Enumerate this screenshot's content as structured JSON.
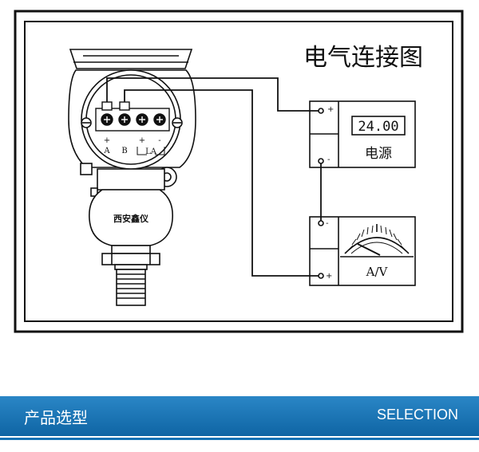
{
  "diagram": {
    "title": "电气连接图",
    "terminals": {
      "pos_a": "+",
      "a": "A",
      "b": "B",
      "pos_b": "+",
      "neg": "-",
      "la": "LA"
    },
    "brand": "西安鑫仪",
    "power_supply": {
      "display_value": "24.00",
      "label": "电源",
      "plus": "+",
      "minus": "-"
    },
    "meter": {
      "label": "A/V",
      "plus": "+",
      "minus": "-"
    }
  },
  "banner": {
    "title": "产品选型",
    "subtitle": "SELECTION"
  },
  "colors": {
    "banner": "#1a72b4",
    "line": "#111111",
    "background": "#ffffff"
  }
}
